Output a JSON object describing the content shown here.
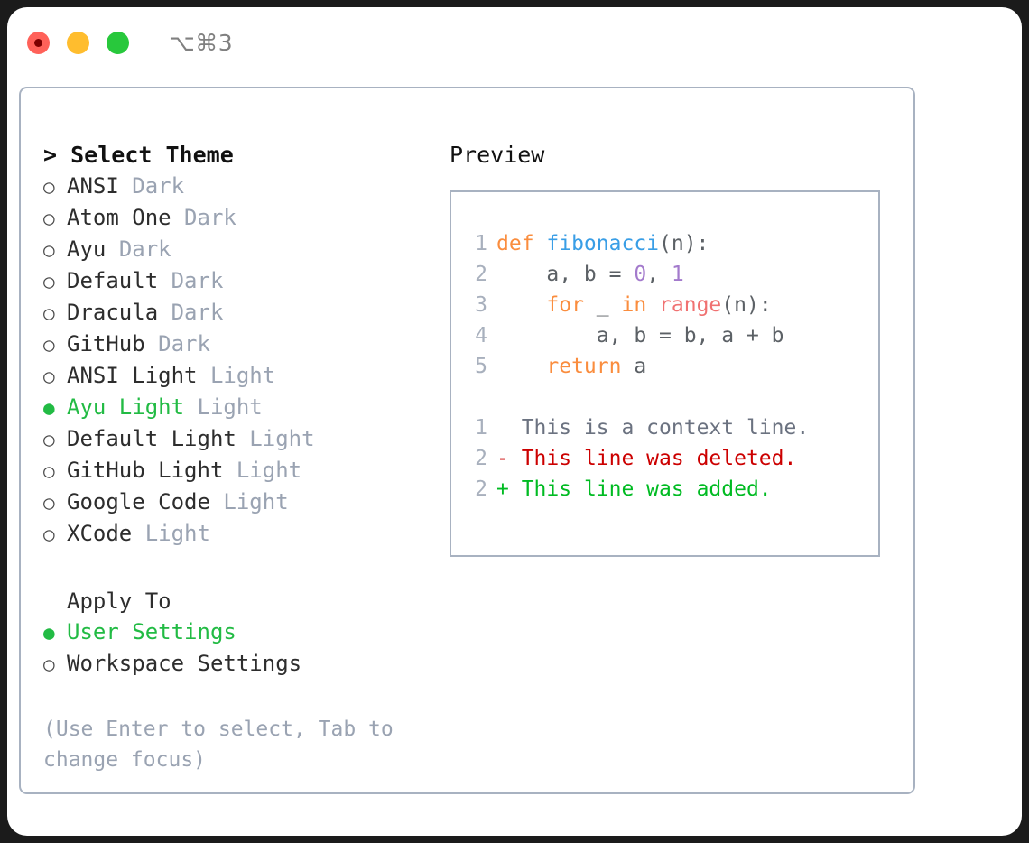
{
  "window": {
    "title": "⌥⌘3",
    "controls": [
      "close",
      "minimize",
      "maximize"
    ]
  },
  "theme_panel": {
    "heading": "Select Theme",
    "caret": ">",
    "bullet_selected": "●",
    "bullet_unselected": "○",
    "options": [
      {
        "name": "ANSI",
        "badge": "Dark",
        "selected": false
      },
      {
        "name": "Atom One",
        "badge": "Dark",
        "selected": false
      },
      {
        "name": "Ayu",
        "badge": "Dark",
        "selected": false
      },
      {
        "name": "Default",
        "badge": "Dark",
        "selected": false
      },
      {
        "name": "Dracula",
        "badge": "Dark",
        "selected": false
      },
      {
        "name": "GitHub",
        "badge": "Dark",
        "selected": false
      },
      {
        "name": "ANSI Light",
        "badge": "Light",
        "selected": false
      },
      {
        "name": "Ayu Light",
        "badge": "Light",
        "selected": true
      },
      {
        "name": "Default Light",
        "badge": "Light",
        "selected": false
      },
      {
        "name": "GitHub Light",
        "badge": "Light",
        "selected": false
      },
      {
        "name": "Google Code",
        "badge": "Light",
        "selected": false
      },
      {
        "name": "XCode",
        "badge": "Light",
        "selected": false
      }
    ]
  },
  "apply_to": {
    "heading": "Apply To",
    "options": [
      {
        "name": "User Settings",
        "selected": true
      },
      {
        "name": "Workspace Settings",
        "selected": false
      }
    ]
  },
  "hint": "(Use Enter to select, Tab to change focus)",
  "preview": {
    "heading": "Preview",
    "code_lines": [
      {
        "num": "1",
        "tokens": [
          {
            "t": "def ",
            "c": "kw"
          },
          {
            "t": "fibonacci",
            "c": "fn"
          },
          {
            "t": "(n):",
            "c": "pl"
          }
        ]
      },
      {
        "num": "2",
        "tokens": [
          {
            "t": "    a, b = ",
            "c": "pl"
          },
          {
            "t": "0",
            "c": "num"
          },
          {
            "t": ", ",
            "c": "pl"
          },
          {
            "t": "1",
            "c": "num"
          }
        ]
      },
      {
        "num": "3",
        "tokens": [
          {
            "t": "    ",
            "c": "pl"
          },
          {
            "t": "for",
            "c": "kw"
          },
          {
            "t": " _ ",
            "c": "pl"
          },
          {
            "t": "in",
            "c": "kw"
          },
          {
            "t": " ",
            "c": "pl"
          },
          {
            "t": "range",
            "c": "call"
          },
          {
            "t": "(n):",
            "c": "pl"
          }
        ]
      },
      {
        "num": "4",
        "tokens": [
          {
            "t": "        a, b = b, a + b",
            "c": "pl"
          }
        ]
      },
      {
        "num": "5",
        "tokens": [
          {
            "t": "    ",
            "c": "pl"
          },
          {
            "t": "return",
            "c": "kw"
          },
          {
            "t": " a",
            "c": "pl"
          }
        ]
      }
    ],
    "diff_lines": [
      {
        "num": "1",
        "marker": " ",
        "text": " This is a context line.",
        "kind": "ctx"
      },
      {
        "num": "2",
        "marker": "-",
        "text": " This line was deleted.",
        "kind": "del"
      },
      {
        "num": "2",
        "marker": "+",
        "text": " This line was added.",
        "kind": "add"
      }
    ]
  },
  "colors": {
    "accent_green": "#22bb44",
    "badge_gray": "#9aa3b2",
    "border": "#a8b2c1",
    "keyword": "#fa8d3e",
    "function": "#399ee6",
    "number": "#a37acc",
    "call": "#f07171",
    "plain": "#5c6166",
    "diff_delete": "#cc0000",
    "diff_add": "#00bb22",
    "linenum": "#a8b0bd"
  }
}
